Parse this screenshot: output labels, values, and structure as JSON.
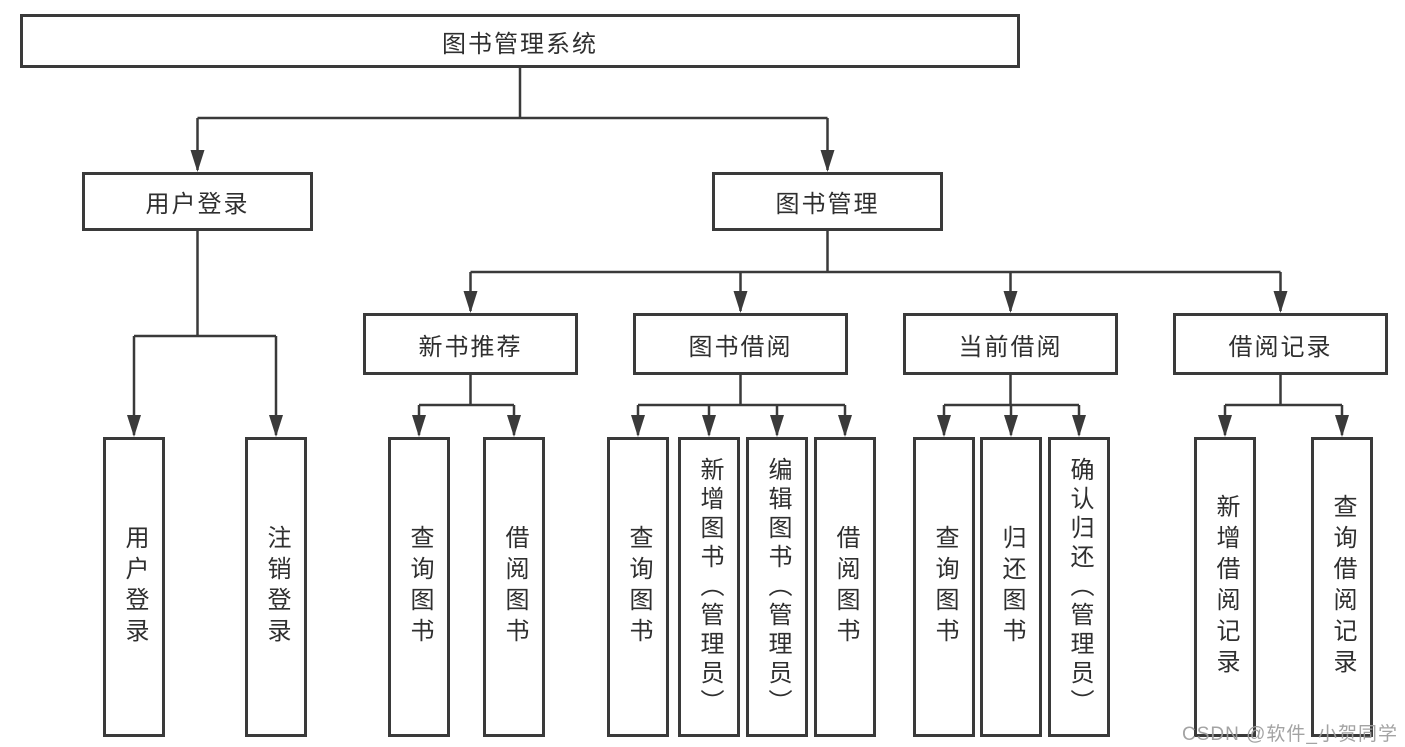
{
  "diagram": {
    "root": {
      "label": "图书管理系统",
      "children": [
        {
          "label": "用户登录",
          "children": [
            {
              "label": "用户登录"
            },
            {
              "label": "注销登录"
            }
          ]
        },
        {
          "label": "图书管理",
          "children": [
            {
              "label": "新书推荐",
              "children": [
                {
                  "label": "查询图书"
                },
                {
                  "label": "借阅图书"
                }
              ]
            },
            {
              "label": "图书借阅",
              "children": [
                {
                  "label": "查询图书"
                },
                {
                  "label": "新增图书（管理员）"
                },
                {
                  "label": "编辑图书（管理员）"
                },
                {
                  "label": "借阅图书"
                }
              ]
            },
            {
              "label": "当前借阅",
              "children": [
                {
                  "label": "查询图书"
                },
                {
                  "label": "归还图书"
                },
                {
                  "label": "确认归还（管理员）"
                }
              ]
            },
            {
              "label": "借阅记录",
              "children": [
                {
                  "label": "新增借阅记录"
                },
                {
                  "label": "查询借阅记录"
                }
              ]
            }
          ]
        }
      ]
    }
  },
  "watermark": {
    "text": "CSDN @软件_小贺同学"
  },
  "colors": {
    "line": "#3a3a3a",
    "box_border": "#3a3a3a",
    "text": "#2f2f2f",
    "watermark": "#9e9e9e",
    "background": "#ffffff"
  }
}
